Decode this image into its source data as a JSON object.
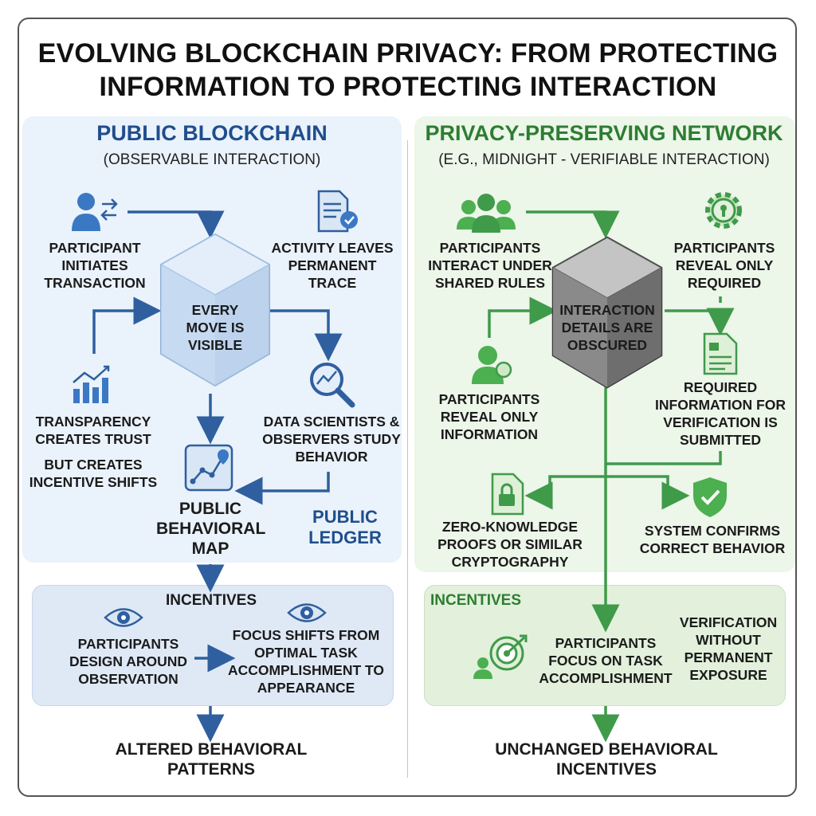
{
  "title": {
    "line1": "EVOLVING BLOCKCHAIN PRIVACY: FROM PROTECTING",
    "line2": "INFORMATION TO PROTECTING INTERACTION"
  },
  "left": {
    "heading": "PUBLIC BLOCKCHAIN",
    "subheading": "(OBSERVABLE INTERACTION)",
    "initiates": "PARTICIPANT INITIATES TRANSACTION",
    "activity": "ACTIVITY LEAVES PERMANENT TRACE",
    "cube_label": "EVERY MOVE IS VISIBLE",
    "transparency": "TRANSPARENCY CREATES TRUST",
    "incentive_shift": "BUT CREATES INCENTIVE SHIFTS",
    "scientists": "DATA SCIENTISTS & OBSERVERS STUDY BEHAVIOR",
    "map": "PUBLIC BEHAVIORAL MAP",
    "ledger": "PUBLIC LEDGER",
    "incentives_title": "INCENTIVES",
    "design": "PARTICIPANTS DESIGN AROUND OBSERVATION",
    "focus": "FOCUS SHIFTS FROM OPTIMAL TASK ACCOMPLISHMENT TO APPEARANCE",
    "outcome": "ALTERED BEHAVIORAL PATTERNS"
  },
  "right": {
    "heading": "PRIVACY-PRESERVING NETWORK",
    "subheading": "(e.g., MIDNIGHT - VERIFIABLE INTERACTION)",
    "interact": "PARTICIPANTS INTERACT UNDER SHARED RULES",
    "reveal_required": "PARTICIPANTS REVEAL ONLY REQUIRED",
    "cube_label": "INTERACTION DETAILS ARE OBSCURED",
    "reveal_info": "PARTICIPANTS REVEAL ONLY INFORMATION",
    "required_info": "REQUIRED INFORMATION FOR VERIFICATION IS SUBMITTED",
    "zk": "ZERO-KNOWLEDGE PROOFS OR SIMILAR CRYPTOGRAPHY",
    "confirms": "SYSTEM CONFIRMS CORRECT BEHAVIOR",
    "incentives_title": "INCENTIVES",
    "focus_task": "PARTICIPANTS FOCUS ON TASK ACCOMPLISHMENT",
    "verification": "VERIFICATION WITHOUT PERMANENT EXPOSURE",
    "outcome": "UNCHANGED BEHAVIORAL INCENTIVES"
  },
  "colors": {
    "blue": "#2f5f9e",
    "green": "#3f9a4a",
    "blue_panel": "#eaf2fb",
    "green_panel": "#ecf6e9"
  },
  "icons": [
    "user-exchange-icon",
    "document-check-icon",
    "bar-chart-icon",
    "magnifier-chart-icon",
    "map-pin-icon",
    "eye-icon",
    "group-icon",
    "gear-lock-icon",
    "user-icon",
    "document-icon",
    "lock-file-icon",
    "shield-check-icon",
    "target-users-icon"
  ]
}
